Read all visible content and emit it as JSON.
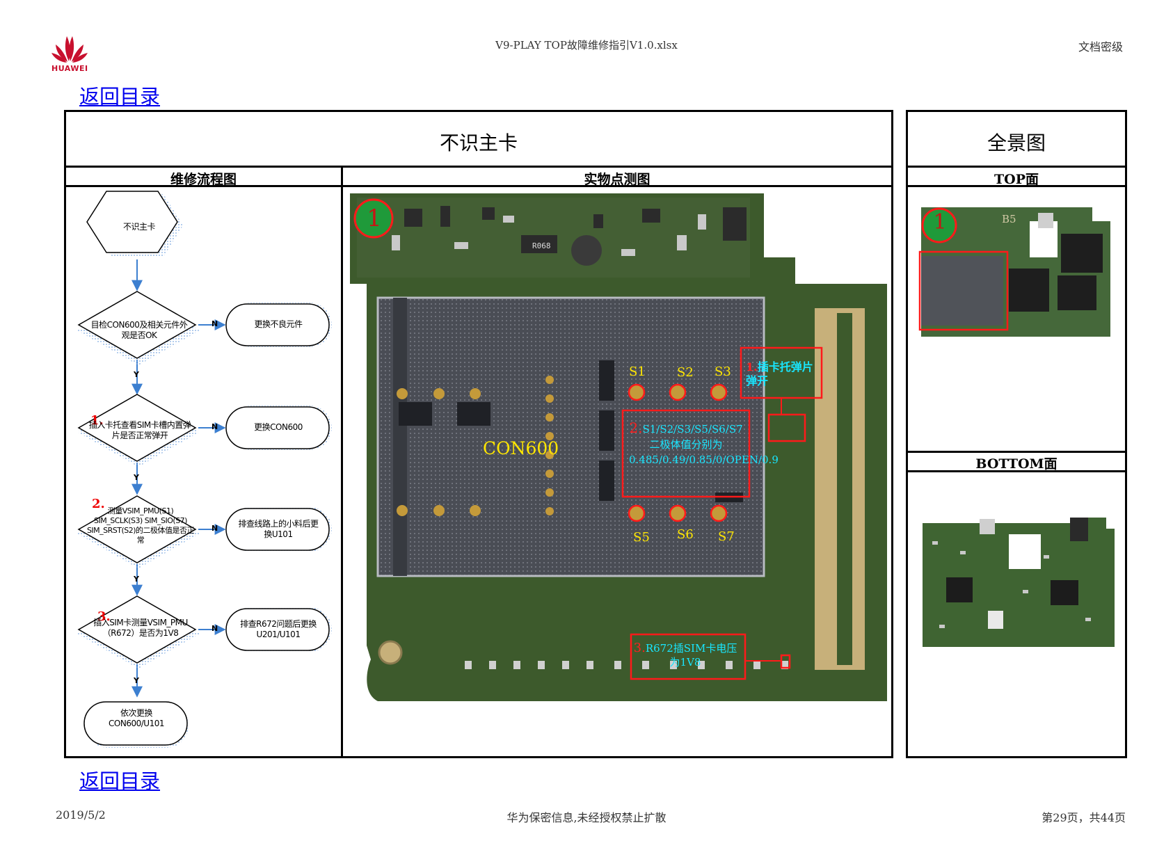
{
  "header": {
    "logo_text": "HUAWEI",
    "doc_title": "V9-PLAY TOP故障维修指引V1.0.xlsx",
    "secret_level": "文档密级"
  },
  "nav": {
    "back_top": "返回目录",
    "back_bottom": "返回目录"
  },
  "main": {
    "title": "不识主卡",
    "flow_header": "维修流程图",
    "photo_header": "实物点测图"
  },
  "side": {
    "title": "全景图",
    "top_label": "TOP面",
    "bottom_label": "BOTTOM面"
  },
  "flowchart": {
    "start": "不识主卡",
    "step1_q": "目检CON600及相关元件外观是否OK",
    "step1_fail": "更换不良元件",
    "step2_num": "1.",
    "step2_q": "插入卡托查看SIM卡槽内置弹片是否正常弹开",
    "step2_fail": "更换CON600",
    "step3_num": "2.",
    "step3_q": "测量VSIM_PMU(S1) SIM_SCLK(S3) SIM_SIO(S7) SIM_SRST(S2)的二极体值是否正常",
    "step3_fail": "排查线路上的小料后更换U101",
    "step4_num": "3.",
    "step4_q": "插入SIM卡测量VSIM_PMU（R672）是否为1V8",
    "step4_fail": "排查R672问题后更换U201/U101",
    "end": "依次更换CON600/U101",
    "n_label": "N",
    "y_label": "Y"
  },
  "photo": {
    "marker": "1",
    "connector_label": "CON600",
    "s_labels": [
      "S1",
      "S2",
      "S3",
      "S5",
      "S6",
      "S7"
    ],
    "note1_num": "1.",
    "note1_text": "插卡托弹片弹开",
    "note2_num": "2.",
    "note2_text": "S1/S2/S3/S5/S6/S7二极体值分别为0.485/0.49/0.85/0/OPEN/0.9",
    "note3_num": "3.",
    "note3_text": "R672插SIM卡电压为1V8",
    "board_silk": "R068"
  },
  "overview": {
    "marker": "1",
    "top_silk": "B5"
  },
  "footer": {
    "date": "2019/5/2",
    "notice": "华为保密信息,未经授权禁止扩散",
    "page": "第29页，共44页"
  },
  "colors": {
    "brand": "#c8102e",
    "link": "#0000ee",
    "pcb_green": "#3d5a2c",
    "highlight_red": "#ff2020",
    "label_yellow": "#ffe600",
    "label_cyan": "#18e6ff",
    "marker_green": "#1f9a3a"
  }
}
